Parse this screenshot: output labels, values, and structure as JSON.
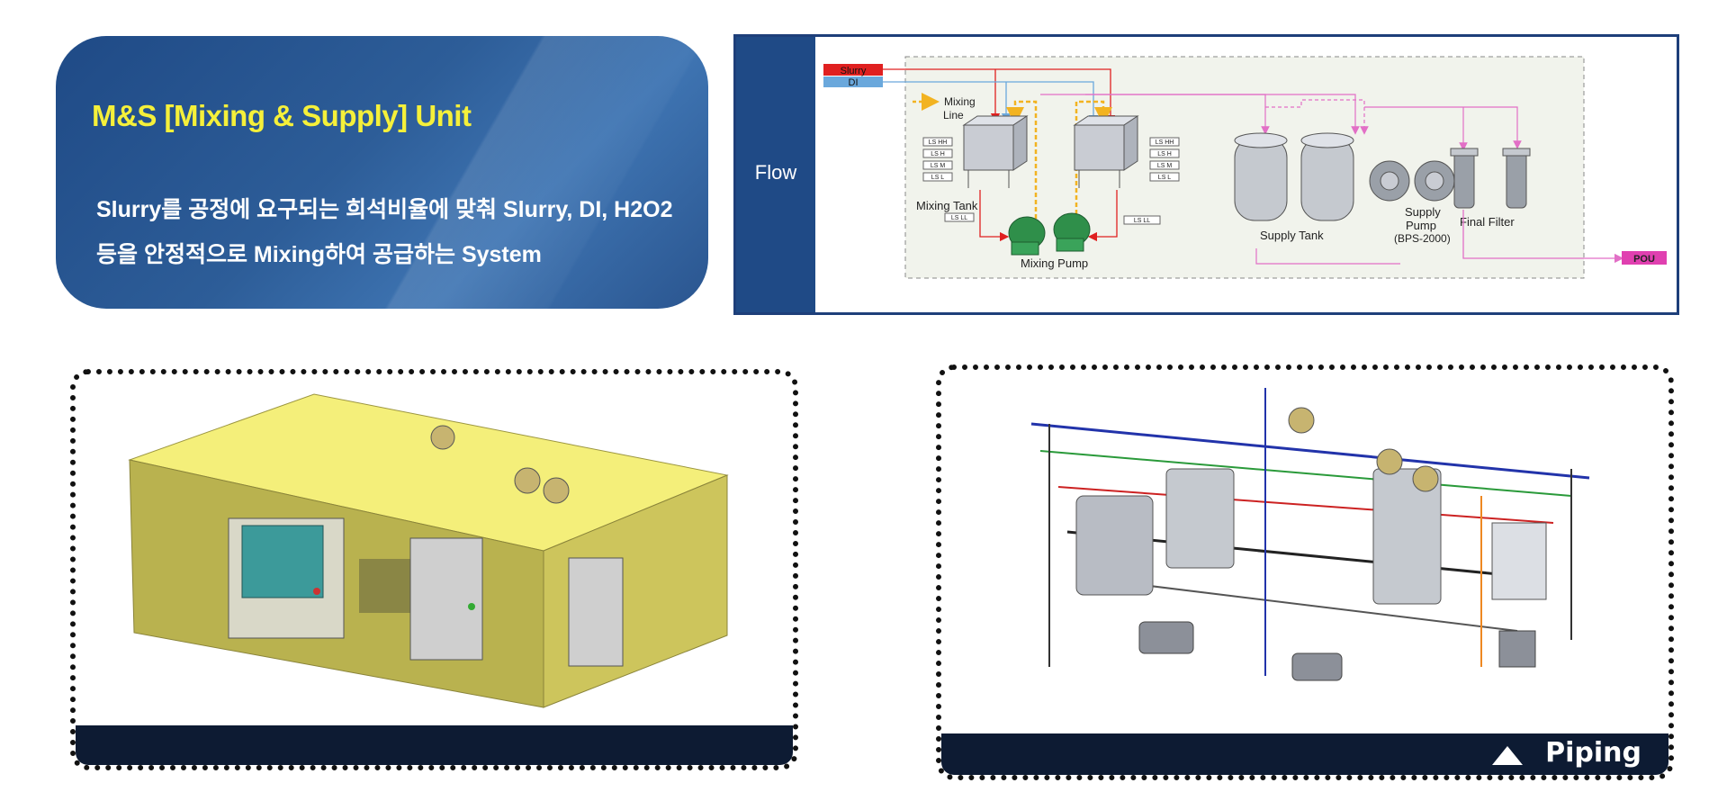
{
  "intro": {
    "title": "M&S [Mixing & Supply] Unit",
    "desc_line1": "Slurry를 공정에 요구되는 희석비율에 맞춰 Slurry, DI, H2O2",
    "desc_line2": "등을 안정적으로 Mixing하여 공급하는 System"
  },
  "flow": {
    "side_label": "Flow",
    "inputs": {
      "slurry": "Slurry",
      "di": "DI"
    },
    "mixing_line": [
      "Mixing",
      "Line"
    ],
    "level_sensors": [
      "LS HH",
      "LS H",
      "LS M",
      "LS L"
    ],
    "ls_ll": "LS LL",
    "labels": {
      "mixing_tank": "Mixing Tank",
      "mixing_pump": "Mixing Pump",
      "supply_tank": "Supply Tank",
      "supply_pump": [
        "Supply",
        "Pump"
      ],
      "supply_pump_model": "(BPS-2000)",
      "final_filter": "Final Filter",
      "pou": "POU"
    },
    "colors": {
      "slurry": "#e02020",
      "di": "#6aa8dc",
      "mixing_line": "#f2b321",
      "supply": "#e26fc6",
      "pump": "#2f8f4a"
    }
  },
  "photos": {
    "unit_view": {
      "icon": "enclosure-3d-render"
    },
    "piping_view": {
      "icon": "piping-3d-render",
      "caption": "Piping"
    }
  }
}
